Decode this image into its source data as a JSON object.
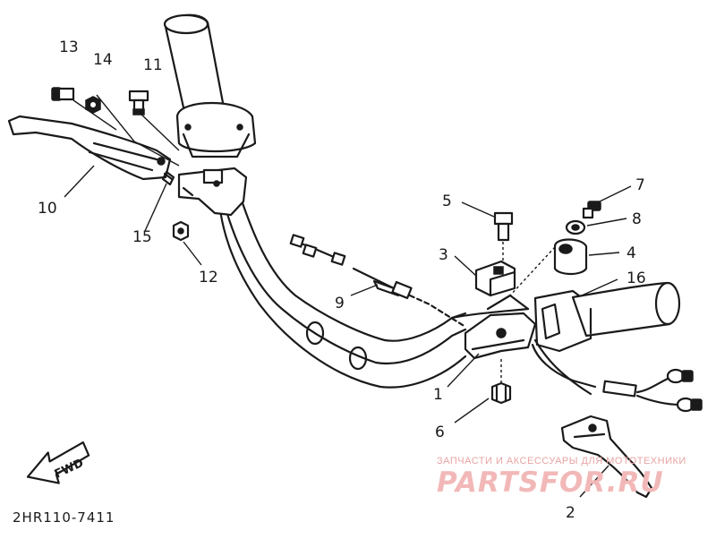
{
  "diagram": {
    "drawing_code": "2HR110-7411",
    "direction_marker": "FWD",
    "callouts": [
      {
        "id": "1",
        "label": "1"
      },
      {
        "id": "2",
        "label": "2"
      },
      {
        "id": "3",
        "label": "3"
      },
      {
        "id": "4",
        "label": "4"
      },
      {
        "id": "5",
        "label": "5"
      },
      {
        "id": "6",
        "label": "6"
      },
      {
        "id": "7",
        "label": "7"
      },
      {
        "id": "8",
        "label": "8"
      },
      {
        "id": "9",
        "label": "9"
      },
      {
        "id": "10",
        "label": "10"
      },
      {
        "id": "11",
        "label": "11"
      },
      {
        "id": "12",
        "label": "12"
      },
      {
        "id": "13",
        "label": "13"
      },
      {
        "id": "14",
        "label": "14"
      },
      {
        "id": "15",
        "label": "15"
      },
      {
        "id": "16",
        "label": "16"
      }
    ]
  },
  "watermark": {
    "tagline": "ЗАПЧАСТИ И АКСЕССУАРЫ ДЛЯ МОТОТЕХНИКИ",
    "brand": "PARTSFOR.RU"
  }
}
